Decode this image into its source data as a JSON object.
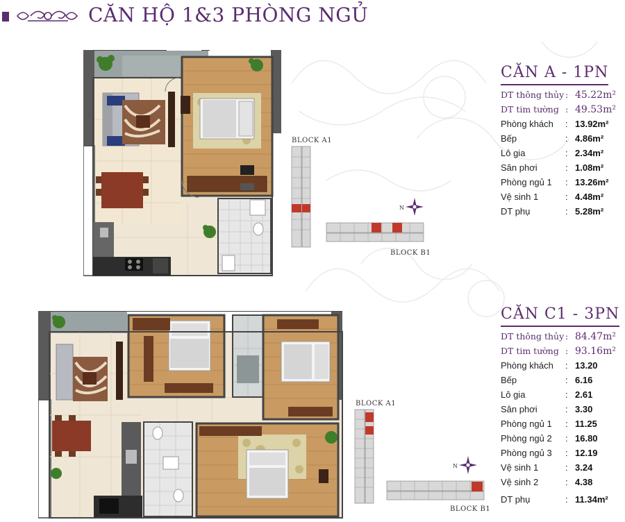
{
  "page": {
    "title": "CĂN HỘ 1&3 PHÒNG NGỦ",
    "accent_color": "#5b2c6f"
  },
  "unit_a": {
    "heading": "CĂN A - 1PN",
    "top_rows": [
      {
        "label": "DT thông thủy",
        "value": "45.22m²"
      },
      {
        "label": "DT tim tường",
        "value": "49.53m²"
      }
    ],
    "rows": [
      {
        "label": "Phòng khách",
        "value": "13.92m²"
      },
      {
        "label": "Bếp",
        "value": "4.86m²"
      },
      {
        "label": "Lô gia",
        "value": "2.34m²"
      },
      {
        "label": "Sân phơi",
        "value": "1.08m²"
      },
      {
        "label": "Phòng ngủ 1",
        "value": "13.26m²"
      },
      {
        "label": "Vệ sinh 1",
        "value": "4.48m²"
      },
      {
        "label": "DT phụ",
        "value": "5.28m²"
      }
    ],
    "block_a_label": "BLOCK A1",
    "block_b_label": "BLOCK B1",
    "compass_label": "N"
  },
  "unit_c": {
    "heading": "CĂN C1 - 3PN",
    "top_rows": [
      {
        "label": "DT thông thủy",
        "value": "84.47m²"
      },
      {
        "label": "DT tim tường",
        "value": "93.16m²"
      }
    ],
    "rows": [
      {
        "label": "Phòng khách",
        "value": "13.20"
      },
      {
        "label": "Bếp",
        "value": "6.16"
      },
      {
        "label": "Lô gia",
        "value": "2.61"
      },
      {
        "label": "Sân phơi",
        "value": "3.30"
      },
      {
        "label": "Phòng ngủ 1",
        "value": "11.25"
      },
      {
        "label": "Phòng ngủ 2",
        "value": "16.80"
      },
      {
        "label": "Phòng ngủ 3",
        "value": "12.19"
      },
      {
        "label": "Vệ sinh 1",
        "value": "3.24"
      },
      {
        "label": "Vệ sinh 2",
        "value": "4.38"
      },
      {
        "label": "DT phụ",
        "value": "11.34m²"
      }
    ],
    "block_a_label": "BLOCK A1",
    "block_b_label": "BLOCK B1",
    "compass_label": "N"
  }
}
